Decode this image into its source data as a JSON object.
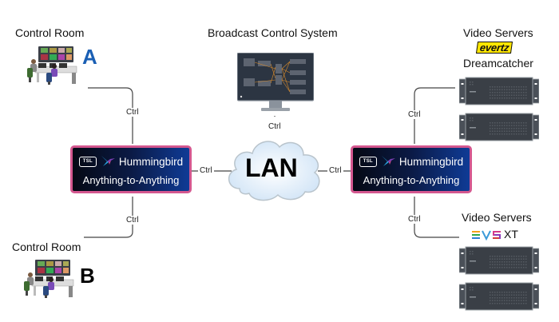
{
  "diagram": {
    "control_room_a": {
      "title": "Control Room",
      "letter": "A",
      "icon": "control-room-operators-icon",
      "letter_color": "#1a5fb4"
    },
    "control_room_b": {
      "title": "Control Room",
      "letter": "B",
      "icon": "control-room-operators-icon",
      "letter_color": "#000000"
    },
    "broadcast_control": {
      "title": "Broadcast Control System",
      "icon": "monitor-icon"
    },
    "lan": {
      "label": "LAN",
      "icon": "cloud-icon"
    },
    "hummingbird_left": {
      "brand": "TSL",
      "name": "Hummingbird",
      "tagline": "Anything-to-Anything",
      "icon": "hummingbird-icon"
    },
    "hummingbird_right": {
      "brand": "TSL",
      "name": "Hummingbird",
      "tagline": "Anything-to-Anything",
      "icon": "hummingbird-icon"
    },
    "video_servers_top": {
      "title": "Video Servers",
      "vendor_logo": "evertz",
      "product": "Dreamcatcher",
      "units": 2,
      "icon": "rack-server-icon"
    },
    "video_servers_bottom": {
      "title": "Video Servers",
      "vendor_logo": "EVS",
      "product": "XT",
      "units": 2,
      "icon": "rack-server-icon"
    },
    "connection_label": "Ctrl",
    "colors": {
      "box_border": "#d4578f",
      "box_gradient_start": "#050914",
      "box_gradient_end": "#0f3b96",
      "evertz_yellow": "#ffe600",
      "cloud_fill": "#dcebf8"
    }
  }
}
